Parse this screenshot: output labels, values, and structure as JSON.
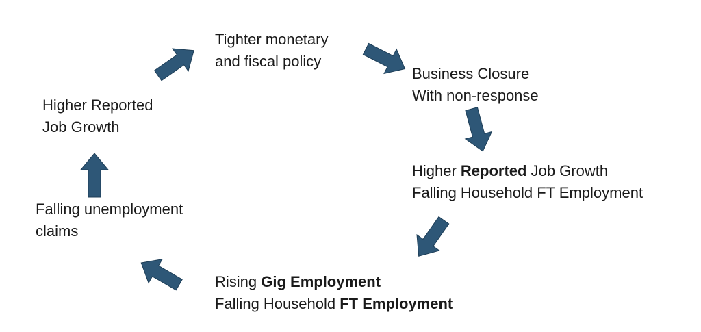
{
  "colors": {
    "arrow_fill": "#2e5777",
    "text": "#1a1a1a",
    "background": "#ffffff"
  },
  "nodes": {
    "policy": {
      "line1": "Tighter monetary",
      "line2": "and fiscal policy"
    },
    "closure": {
      "line1": "Business Closure",
      "line2": "With non-response"
    },
    "reported": {
      "l1_pre": "Higher ",
      "l1_bold": "Reported",
      "l1_post": " Job Growth",
      "line2": "Falling Household FT Employment"
    },
    "gig": {
      "l1_pre": "Rising ",
      "l1_bold": "Gig Employment",
      "l2_pre": "Falling Household ",
      "l2_bold": "FT Employment"
    },
    "claims": {
      "line1": "Falling unemployment",
      "line2": "claims"
    },
    "jobgrowth": {
      "line1": "Higher Reported",
      "line2": "Job Growth"
    }
  },
  "arrows": [
    {
      "name": "arrow-jobgrowth-to-policy",
      "icon": "up-right-arrow-icon"
    },
    {
      "name": "arrow-policy-to-closure",
      "icon": "down-right-arrow-icon"
    },
    {
      "name": "arrow-closure-to-reported",
      "icon": "down-arrow-icon"
    },
    {
      "name": "arrow-reported-to-gig",
      "icon": "down-left-arrow-icon"
    },
    {
      "name": "arrow-gig-to-claims",
      "icon": "up-left-arrow-icon"
    },
    {
      "name": "arrow-claims-to-jobgrowth",
      "icon": "up-arrow-icon"
    }
  ]
}
